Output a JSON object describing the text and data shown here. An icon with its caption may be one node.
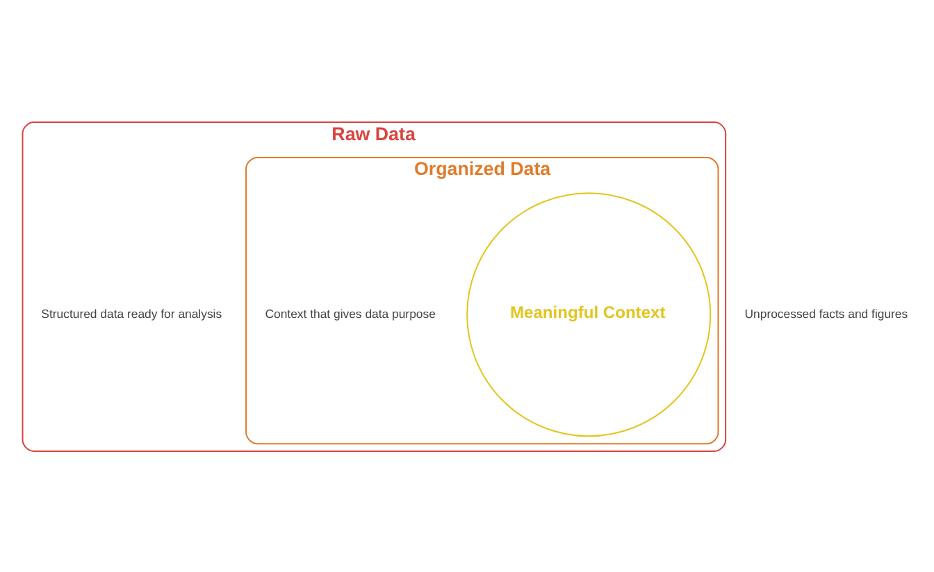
{
  "diagram": {
    "nodes": [
      {
        "text": [
          "Raw Data"
        ],
        "beside": [
          "Unprocessed facts and figures"
        ]
      },
      {
        "text": [
          "Organized Data"
        ],
        "in": 0,
        "beside": [
          "Structured data ready for analysis"
        ]
      },
      {
        "text": [
          "Meaningful Context"
        ],
        "in": 1,
        "beside": [
          "Context that gives data purpose"
        ]
      }
    ]
  }
}
